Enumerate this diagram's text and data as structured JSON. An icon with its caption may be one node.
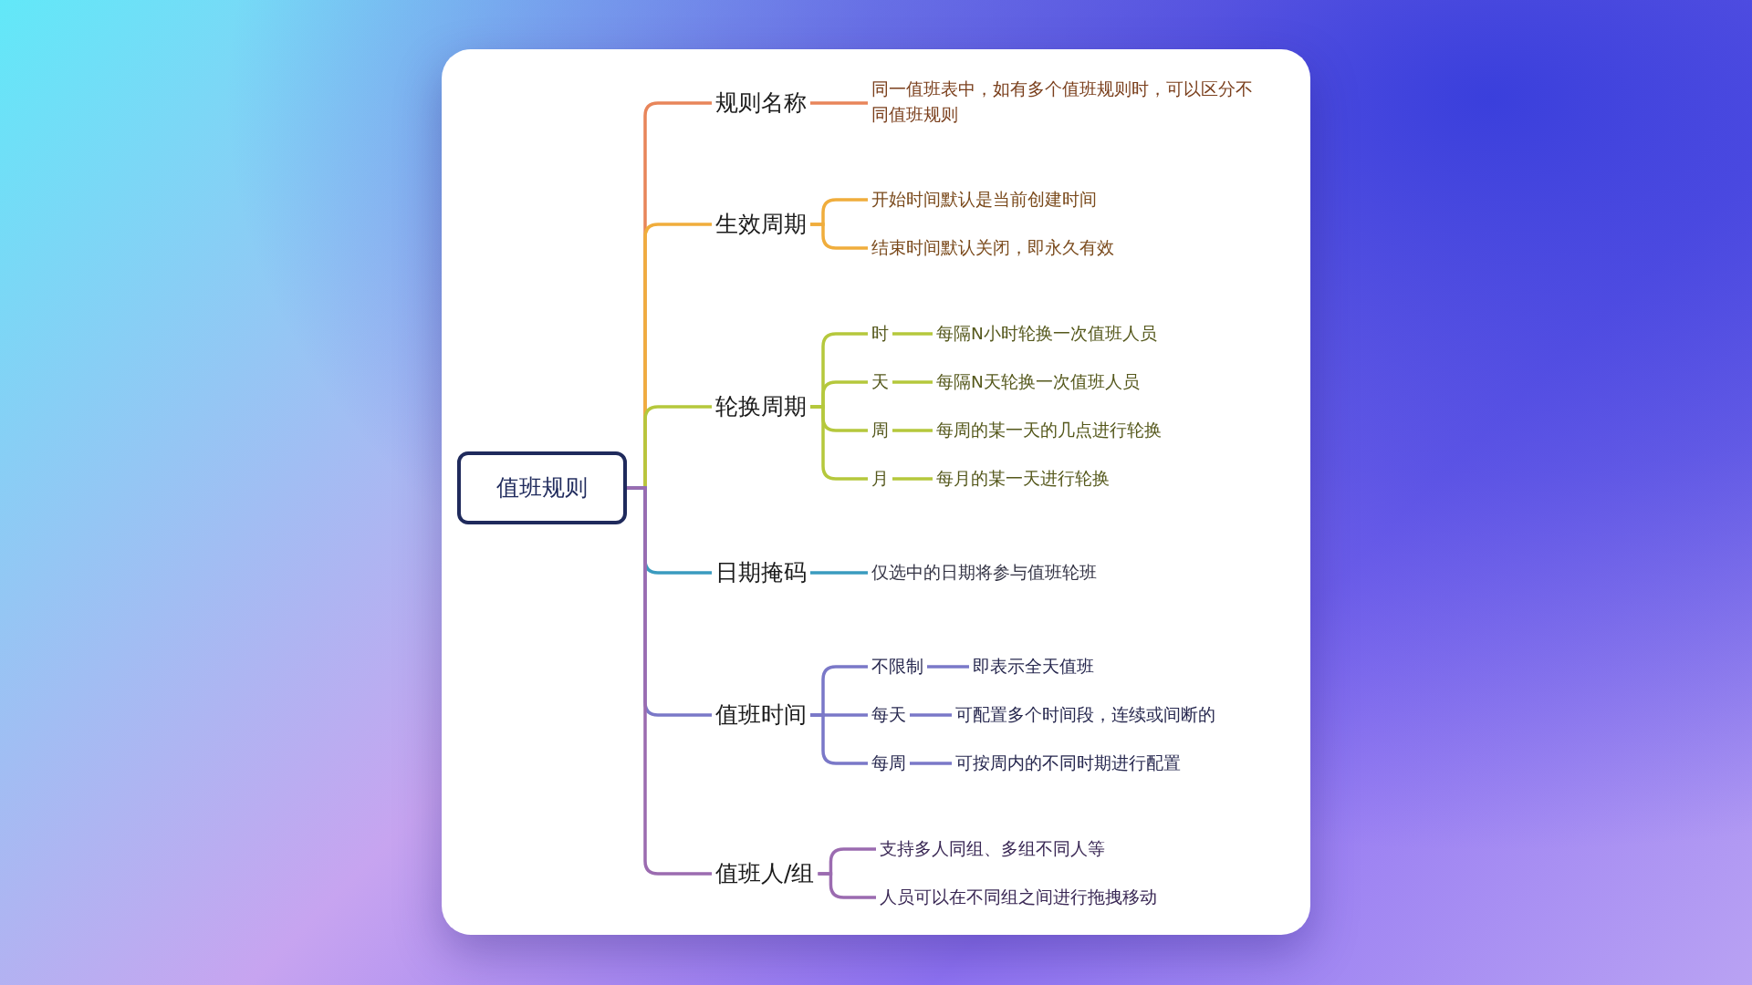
{
  "diagram": {
    "nodes": [
      {
        "text": [
          "值班规则"
        ]
      },
      {
        "text": [
          "规则名称"
        ]
      },
      {
        "text": [
          "同一值班表中，如有多个值班规则时，可以区分不同值班规则"
        ]
      },
      {
        "text": [
          "生效周期"
        ]
      },
      {
        "text": [
          "开始时间默认是当前创建时间"
        ]
      },
      {
        "text": [
          "结束时间默认关闭，即永久有效"
        ]
      },
      {
        "text": [
          "轮换周期"
        ]
      },
      {
        "text": [
          "时"
        ]
      },
      {
        "text": [
          "每隔N小时轮换一次值班人员"
        ]
      },
      {
        "text": [
          "天"
        ]
      },
      {
        "text": [
          "每隔N天轮换一次值班人员"
        ]
      },
      {
        "text": [
          "周"
        ]
      },
      {
        "text": [
          "每周的某一天的几点进行轮换"
        ]
      },
      {
        "text": [
          "月"
        ]
      },
      {
        "text": [
          "每月的某一天进行轮换"
        ]
      },
      {
        "text": [
          "日期掩码"
        ]
      },
      {
        "text": [
          "仅选中的日期将参与值班轮班"
        ]
      },
      {
        "text": [
          "值班时间"
        ]
      },
      {
        "text": [
          "不限制"
        ]
      },
      {
        "text": [
          "即表示全天值班"
        ]
      },
      {
        "text": [
          "每天"
        ]
      },
      {
        "text": [
          "可配置多个时间段，连续或间断的"
        ]
      },
      {
        "text": [
          "每周"
        ]
      },
      {
        "text": [
          "可按周内的不同时期进行配置"
        ]
      },
      {
        "text": [
          "值班人/组"
        ]
      },
      {
        "text": [
          "支持多人同组、多组不同人等"
        ]
      },
      {
        "text": [
          "人员可以在不同组之间进行拖拽移动"
        ]
      }
    ],
    "edges": [
      {
        "from": 0,
        "to": 1,
        "arrow": "none",
        "color": "#e8855a"
      },
      {
        "from": 1,
        "to": 2,
        "arrow": "none",
        "color": "#e8855a"
      },
      {
        "from": 0,
        "to": 3,
        "arrow": "none",
        "color": "#f0ad3c"
      },
      {
        "from": 3,
        "to": 4,
        "arrow": "none",
        "color": "#f0ad3c"
      },
      {
        "from": 3,
        "to": 5,
        "arrow": "none",
        "color": "#f0ad3c"
      },
      {
        "from": 0,
        "to": 6,
        "arrow": "none",
        "color": "#b5c83c"
      },
      {
        "from": 6,
        "to": 7,
        "arrow": "none",
        "color": "#b5c83c"
      },
      {
        "from": 7,
        "to": 8,
        "arrow": "none",
        "color": "#b5c83c"
      },
      {
        "from": 6,
        "to": 9,
        "arrow": "none",
        "color": "#b5c83c"
      },
      {
        "from": 9,
        "to": 10,
        "arrow": "none",
        "color": "#b5c83c"
      },
      {
        "from": 6,
        "to": 11,
        "arrow": "none",
        "color": "#b5c83c"
      },
      {
        "from": 11,
        "to": 12,
        "arrow": "none",
        "color": "#b5c83c"
      },
      {
        "from": 6,
        "to": 13,
        "arrow": "none",
        "color": "#b5c83c"
      },
      {
        "from": 13,
        "to": 14,
        "arrow": "none",
        "color": "#b5c83c"
      },
      {
        "from": 0,
        "to": 15,
        "arrow": "none",
        "color": "#3a9bbf"
      },
      {
        "from": 15,
        "to": 16,
        "arrow": "none",
        "color": "#3a9bbf"
      },
      {
        "from": 0,
        "to": 17,
        "arrow": "none",
        "color": "#7a78c8"
      },
      {
        "from": 17,
        "to": 18,
        "arrow": "none",
        "color": "#7a78c8"
      },
      {
        "from": 18,
        "to": 19,
        "arrow": "none",
        "color": "#7a78c8"
      },
      {
        "from": 17,
        "to": 20,
        "arrow": "none",
        "color": "#7a78c8"
      },
      {
        "from": 20,
        "to": 21,
        "arrow": "none",
        "color": "#7a78c8"
      },
      {
        "from": 17,
        "to": 22,
        "arrow": "none",
        "color": "#7a78c8"
      },
      {
        "from": 22,
        "to": 23,
        "arrow": "none",
        "color": "#7a78c8"
      },
      {
        "from": 0,
        "to": 24,
        "arrow": "none",
        "color": "#9b6bb0"
      },
      {
        "from": 24,
        "to": 25,
        "arrow": "none",
        "color": "#9b6bb0"
      },
      {
        "from": 24,
        "to": 26,
        "arrow": "none",
        "color": "#9b6bb0"
      }
    ]
  }
}
